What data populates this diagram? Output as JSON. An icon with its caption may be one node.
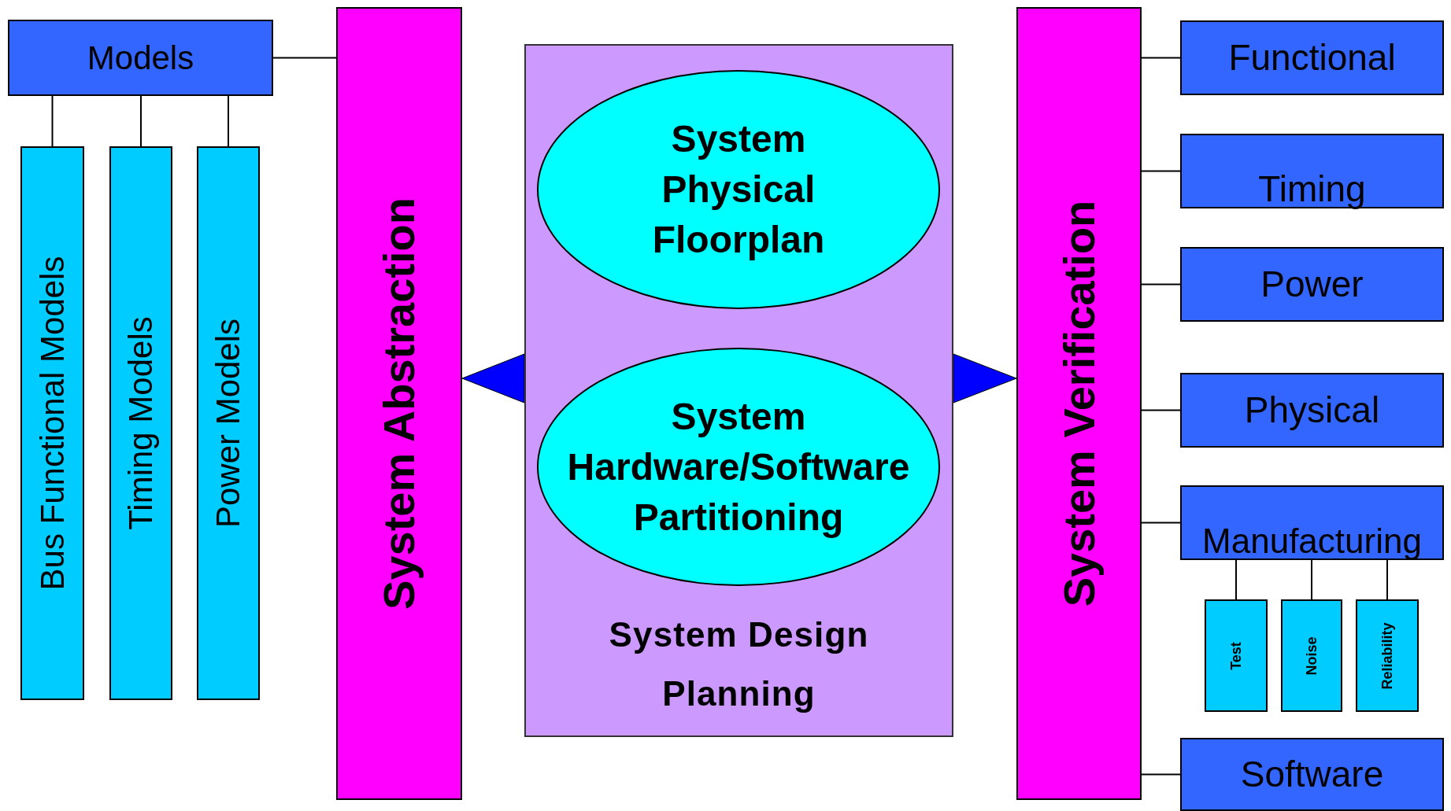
{
  "diagram": {
    "nodes": [
      {
        "text": [
          "Models"
        ]
      },
      {
        "text": [
          "Bus Functional Models"
        ]
      },
      {
        "text": [
          "Timing Models"
        ]
      },
      {
        "text": [
          "Power Models"
        ]
      },
      {
        "text": [
          "System Abstraction"
        ]
      },
      {
        "text": [
          "System Design Planning"
        ]
      },
      {
        "text": [
          "System Physical Floorplan"
        ],
        "in": 5
      },
      {
        "text": [
          "System Hardware/Software Partitioning"
        ],
        "in": 5
      },
      {
        "text": [
          "System Verification"
        ]
      },
      {
        "text": [
          "Functional"
        ]
      },
      {
        "text": [
          "Timing"
        ]
      },
      {
        "text": [
          "Power"
        ]
      },
      {
        "text": [
          "Physical"
        ]
      },
      {
        "text": [
          "Manufacturing"
        ]
      },
      {
        "text": [
          "Test"
        ]
      },
      {
        "text": [
          "Noise"
        ]
      },
      {
        "text": [
          "Reliability"
        ]
      },
      {
        "text": [
          "Software"
        ]
      }
    ],
    "edges": [
      {
        "from": 0,
        "to": 1,
        "arrow": "none"
      },
      {
        "from": 0,
        "to": 2,
        "arrow": "none"
      },
      {
        "from": 0,
        "to": 3,
        "arrow": "none"
      },
      {
        "from": 0,
        "to": 4,
        "arrow": "none"
      },
      {
        "from": 5,
        "to": 4,
        "arrow": "to",
        "style": "thick",
        "color": "#0000ff"
      },
      {
        "from": 5,
        "to": 8,
        "arrow": "to",
        "style": "thick",
        "color": "#0000ff"
      },
      {
        "from": 8,
        "to": 9,
        "arrow": "none"
      },
      {
        "from": 8,
        "to": 10,
        "arrow": "none"
      },
      {
        "from": 8,
        "to": 11,
        "arrow": "none"
      },
      {
        "from": 8,
        "to": 12,
        "arrow": "none"
      },
      {
        "from": 8,
        "to": 13,
        "arrow": "none"
      },
      {
        "from": 8,
        "to": 17,
        "arrow": "none"
      },
      {
        "from": 13,
        "to": 14,
        "arrow": "none"
      },
      {
        "from": 13,
        "to": 15,
        "arrow": "none"
      },
      {
        "from": 13,
        "to": 16,
        "arrow": "none"
      }
    ]
  }
}
